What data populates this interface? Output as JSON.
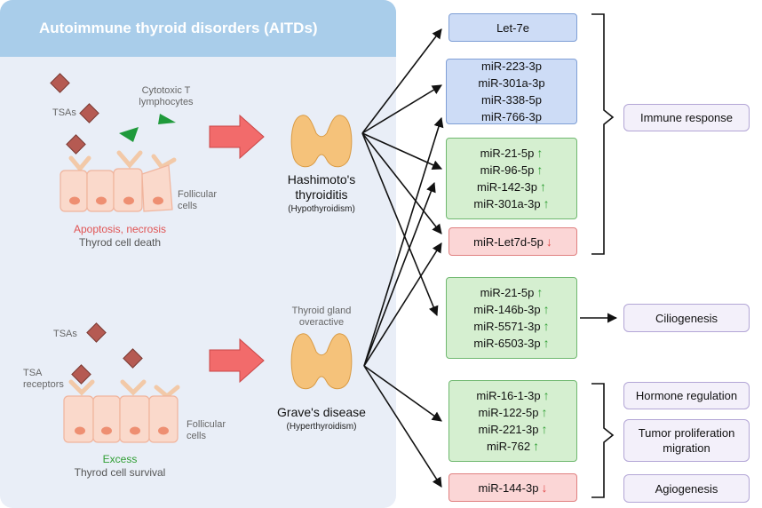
{
  "panel": {
    "title": "Autoimmune thyroid disorders (AITDs)"
  },
  "hashimoto": {
    "tsas": "TSAs",
    "cytotoxic": "Cytotoxic T lymphocytes",
    "follicular": "Follicular cells",
    "outcome_red": "Apoptosis, necrosis",
    "outcome": "Thyrod cell death",
    "name": "Hashimoto's thyroiditis",
    "sub": "(Hypothyroidism)"
  },
  "graves": {
    "overactive": "Thyroid gland overactive",
    "tsas": "TSAs",
    "receptors": "TSA receptors",
    "follicular": "Follicular cells",
    "outcome_green": "Excess",
    "outcome": "Thyrod cell survival",
    "name": "Grave's disease",
    "sub": "(Hyperthyroidism)"
  },
  "boxes": {
    "let7e": "Let-7e",
    "blue_group": [
      "miR-223-3p",
      "miR-301a-3p",
      "miR-338-5p",
      "miR-766-3p"
    ],
    "green1": [
      "miR-21-5p",
      "miR-96-5p",
      "miR-142-3p",
      "miR-301a-3p"
    ],
    "red1": "miR-Let7d-5p",
    "green2": [
      "miR-21-5p",
      "miR-146b-3p",
      "miR-5571-3p",
      "miR-6503-3p"
    ],
    "green3": [
      "miR-16-1-3p",
      "miR-122-5p",
      "miR-221-3p",
      "miR-762"
    ],
    "red2": "miR-144-3p"
  },
  "arrows": {
    "up": "↑",
    "down": "↓"
  },
  "outcomes": {
    "immune": "Immune response",
    "cilio": "Ciliogenesis",
    "hormone": "Hormone regulation",
    "tumor": "Tumor proliferation migration",
    "angio": "Agiogenesis"
  },
  "colors": {
    "panel_bg": "#e9eef7",
    "header_bg": "#a9cdea",
    "box_blue": "#cddcf6",
    "box_green": "#d5efd0",
    "box_red": "#fbd6d6",
    "outcome_box": "#f3f0fa",
    "up_arrow": "#2f9e33",
    "down_arrow": "#e04848",
    "big_arrow": "#f26b6b",
    "thyroid": "#f5c27a"
  }
}
